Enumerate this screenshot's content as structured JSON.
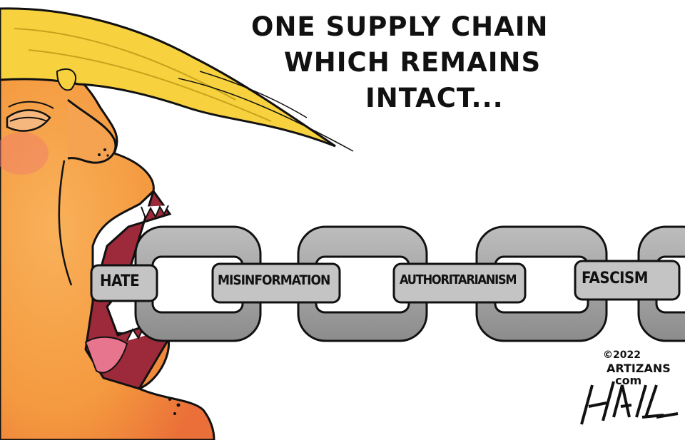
{
  "caption": {
    "line1": "ONE SUPPLY CHAIN",
    "line2": "WHICH REMAINS",
    "line3": "INTACT..."
  },
  "chain_links": [
    "HATE",
    "MISINFORMATION",
    "AUTHORITARIANISM",
    "FASCISM"
  ],
  "credit": {
    "copyright": "©2022",
    "signature": "HALL",
    "site_line1": "ARTIZANS",
    "site_line2": ".com"
  },
  "colors": {
    "skin": "#f4a04a",
    "skin_shadow": "#ec7a3c",
    "hair": "#f7d23e",
    "mouth": "#e8758e",
    "chain": "#a6a6a6",
    "chain_dark": "#6f6f6f",
    "outline": "#111111"
  }
}
